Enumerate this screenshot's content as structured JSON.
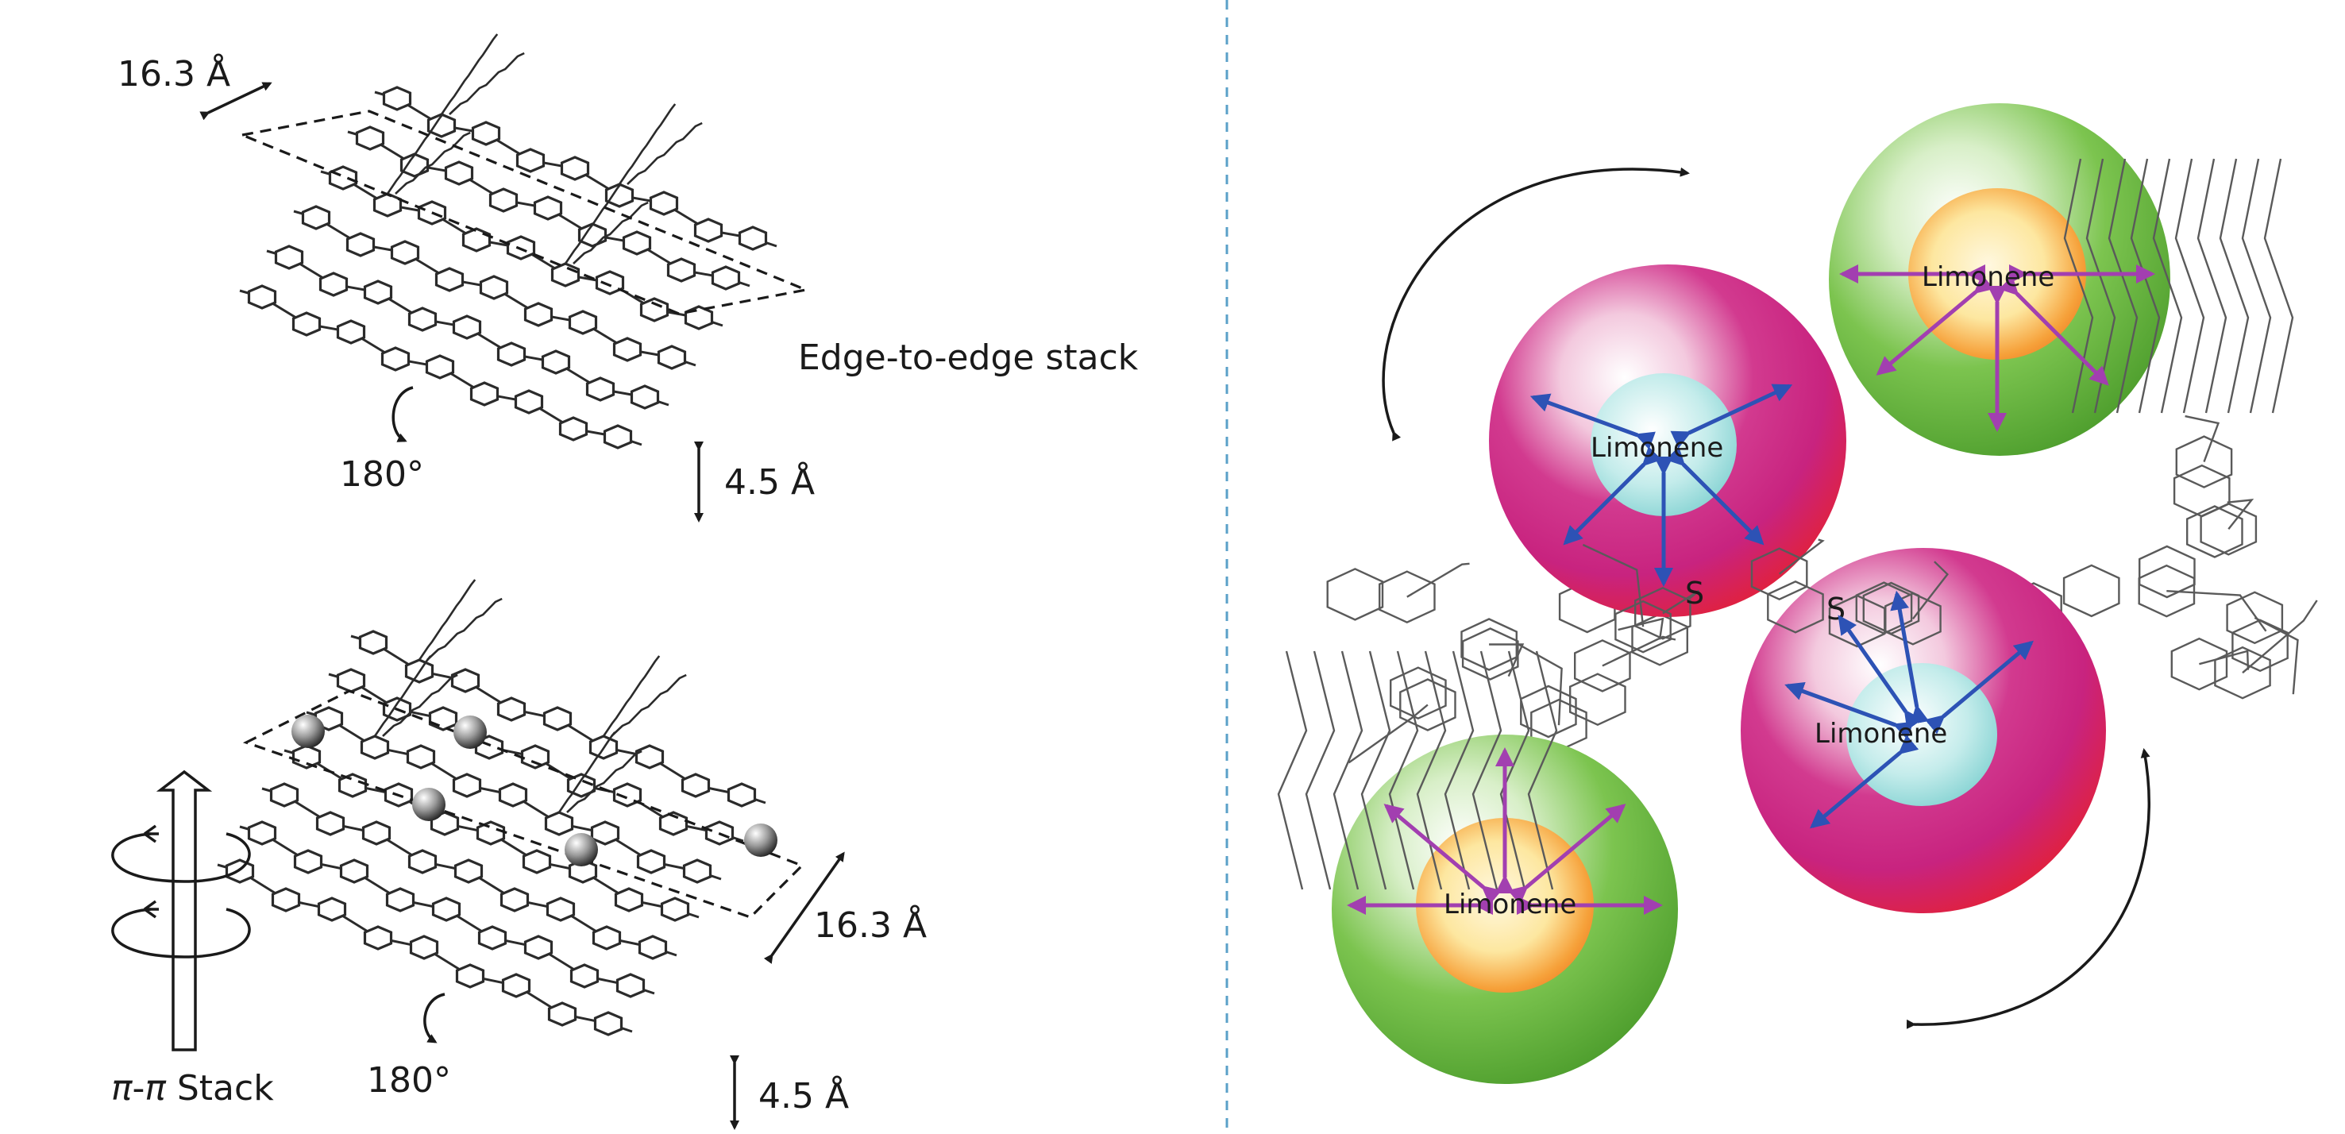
{
  "left": {
    "top_panel": {
      "distance_label": "16.3 Å",
      "stack_label": "Edge-to-edge stack",
      "rotation_label": "180°",
      "spacing_label": "4.5 Å"
    },
    "bottom_panel": {
      "distance_label": "16.3 Å",
      "stack_label_pi1": "π",
      "stack_label_sep": "-",
      "stack_label_pi2": "π",
      "stack_label_word": " Stack",
      "rotation_label": "180°",
      "spacing_label": "4.5 Å"
    }
  },
  "right": {
    "guest_label": "Limonene",
    "sulfur_label": "S",
    "colors": {
      "red_sphere": "#e0213f",
      "magenta_sphere": "#c8237f",
      "cyan_core": "#8fd6d6",
      "green_sphere": "#5fb83a",
      "orange_core": "#f07a1f",
      "blue_arrow": "#2d52b5",
      "purple_arrow": "#a23fb0"
    }
  },
  "divider_color": "#5aa0c8"
}
